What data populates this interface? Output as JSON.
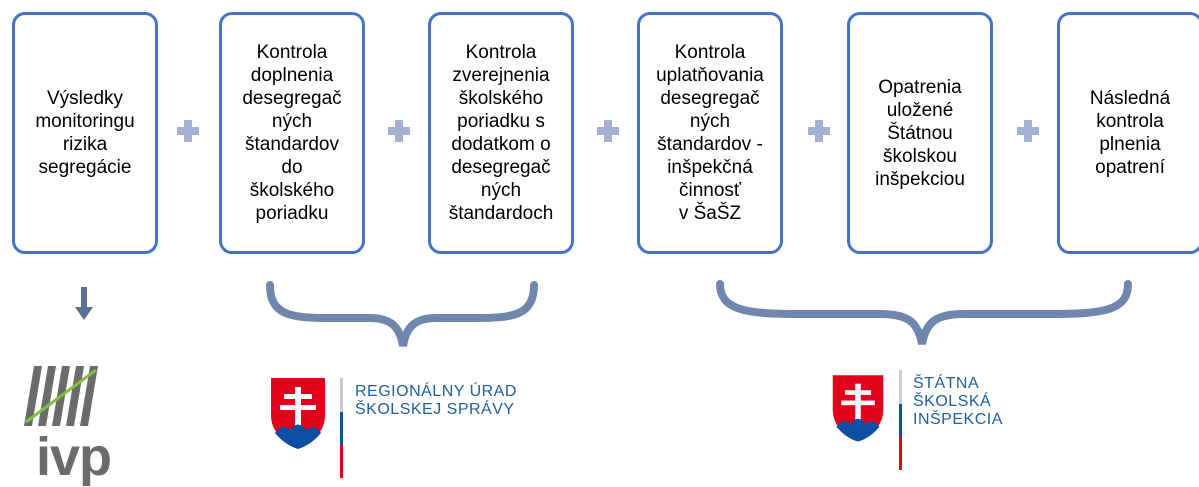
{
  "steps": [
    {
      "label": "Výsledky\nmonitoringu\nrizika\nsegregácie"
    },
    {
      "label": "Kontrola\ndoplnenia\ndesegregač\nných\nštandardov\ndo\nškolského\nporiadku"
    },
    {
      "label": "Kontrola\nzverejnenia\nškolského\nporiadku s\ndodatkom o\ndesegregač\nných\nštandardoch"
    },
    {
      "label": "Kontrola\nuplatňovania\ndesegregač\nných\nštandardov -\ninšpekčná\nčinnosť\nv ŠaŠZ"
    },
    {
      "label": "Opatrenia\nuložené\nŠtátnou\nškolskou\ninšpekciou"
    },
    {
      "label": "Následná\nkontrola\nplnenia\nopatrení"
    }
  ],
  "logos": {
    "ivp": {
      "text": "ivp",
      "icon": "ivp-logo-icon"
    },
    "regional_office": {
      "text": "REGIONÁLNY ÚRAD\nŠKOLSKEJ SPRÁVY",
      "icon": "slovak-coat-of-arms-icon"
    },
    "state_inspection": {
      "text": "ŠTÁTNA\nŠKOLSKÁ\nINŠPEKCIA",
      "icon": "slovak-coat-of-arms-icon"
    }
  },
  "colors": {
    "box_border": "#4472c4",
    "plus": "#a4b0d4",
    "brace": "#6f86ad",
    "arrow": "#5b7096",
    "logo_text": "#1f5fa0",
    "ivp_grey": "#6b6b6b",
    "ivp_green": "#7cc242",
    "emblem_red": "#e3001b",
    "emblem_blue": "#0b4ea2"
  }
}
